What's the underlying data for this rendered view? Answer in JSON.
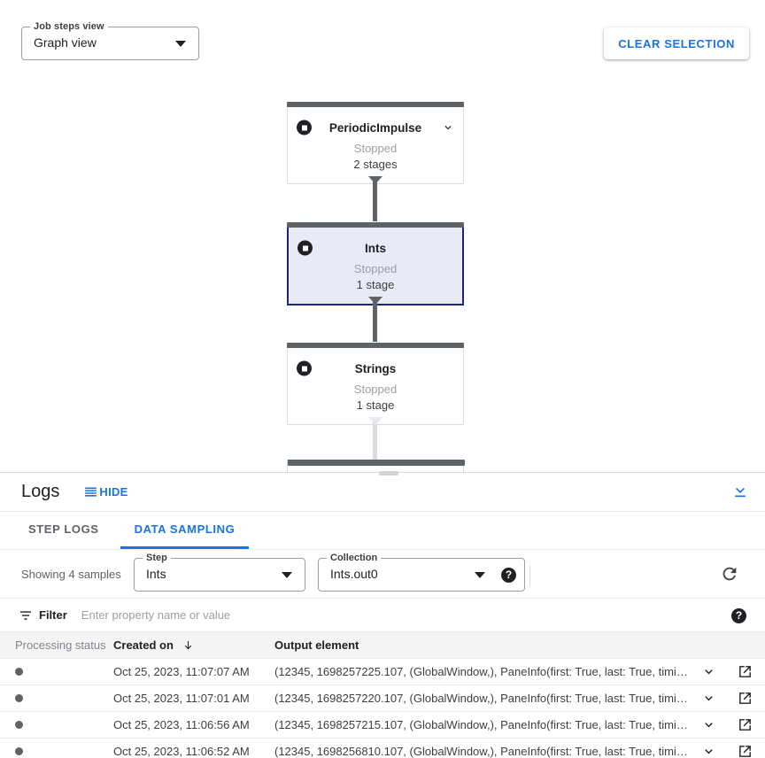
{
  "graph": {
    "view_select": {
      "label": "Job steps view",
      "value": "Graph view",
      "caret_icon": "chevron-down-icon"
    },
    "clear_selection_label": "CLEAR SELECTION",
    "nodes": [
      {
        "title": "PeriodicImpulse",
        "status": "Stopped",
        "stages": "2 stages",
        "selected": false,
        "has_caret": true,
        "icon": "stop-icon"
      },
      {
        "title": "Ints",
        "status": "Stopped",
        "stages": "1 stage",
        "selected": true,
        "has_caret": false,
        "icon": "stop-icon"
      },
      {
        "title": "Strings",
        "status": "Stopped",
        "stages": "1 stage",
        "selected": false,
        "has_caret": false,
        "icon": "stop-icon"
      }
    ],
    "accent_selected_border": "#1a237e",
    "accent_selected_fill": "#e8eaf6",
    "node_bar_color": "#5f6368"
  },
  "logs": {
    "title": "Logs",
    "hide_label": "HIDE",
    "hide_icon": "menu-lines-icon",
    "collapse_icon": "collapse-down-icon",
    "tabs": [
      {
        "label": "STEP LOGS",
        "active": false
      },
      {
        "label": "DATA SAMPLING",
        "active": true
      }
    ],
    "accent": "#1a73e8"
  },
  "sampling": {
    "showing_text": "Showing 4 samples",
    "step": {
      "label": "Step",
      "value": "Ints"
    },
    "collection": {
      "label": "Collection",
      "value": "Ints.out0"
    },
    "help_icon": "help-icon",
    "refresh_icon": "refresh-icon"
  },
  "filter": {
    "icon": "filter-list-icon",
    "label": "Filter",
    "placeholder": "Enter property name or value",
    "value": "",
    "help_icon": "help-icon"
  },
  "table": {
    "columns": [
      {
        "key": "status",
        "label": "Processing status"
      },
      {
        "key": "created",
        "label": "Created on",
        "sorted": "desc",
        "sort_icon": "arrow-down-icon"
      },
      {
        "key": "output",
        "label": "Output element"
      }
    ],
    "row_icons": {
      "expand": "chevron-down-icon",
      "open": "open-in-new-icon"
    },
    "rows": [
      {
        "status_dot": "#5f6368",
        "created": "Oct 25, 2023, 11:07:07 AM",
        "output": "(12345, 1698257225.107, (GlobalWindow,), PaneInfo(first: True, last: True, timing…"
      },
      {
        "status_dot": "#5f6368",
        "created": "Oct 25, 2023, 11:07:01 AM",
        "output": "(12345, 1698257220.107, (GlobalWindow,), PaneInfo(first: True, last: True, timing…"
      },
      {
        "status_dot": "#5f6368",
        "created": "Oct 25, 2023, 11:06:56 AM",
        "output": "(12345, 1698257215.107, (GlobalWindow,), PaneInfo(first: True, last: True, timing…"
      },
      {
        "status_dot": "#5f6368",
        "created": "Oct 25, 2023, 11:06:52 AM",
        "output": "(12345, 1698256810.107, (GlobalWindow,), PaneInfo(first: True, last: True, timing…"
      }
    ]
  }
}
